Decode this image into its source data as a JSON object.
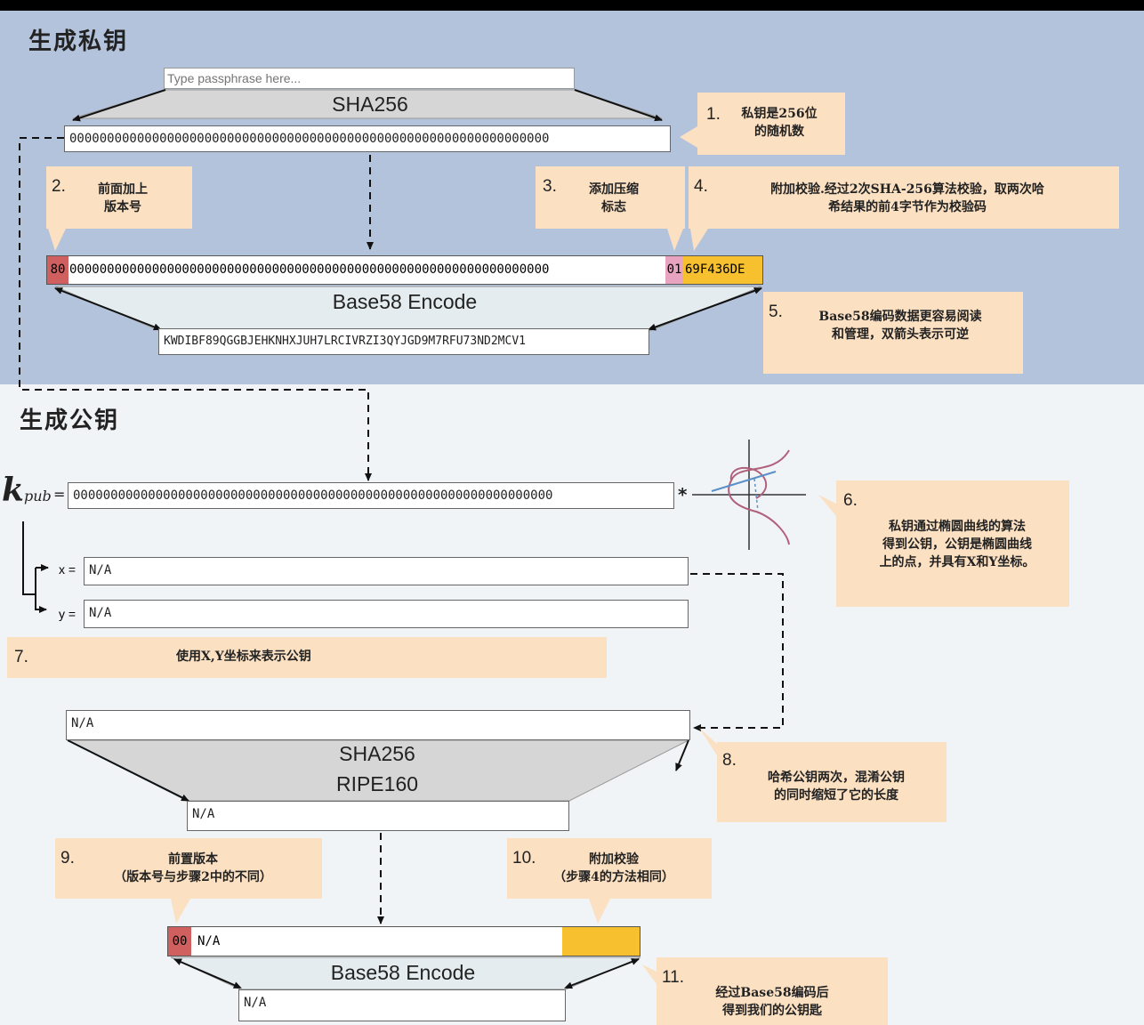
{
  "private_key_section": {
    "title": "生成私钥",
    "passphrase_placeholder": "Type passphrase here...",
    "sha256_label": "SHA256",
    "private_key_hex": "0000000000000000000000000000000000000000000000000000000000000000",
    "version_prefix": "80",
    "extended_key_body": "0000000000000000000000000000000000000000000000000000000000000000",
    "compression_flag": "01",
    "checksum": "69F436DE",
    "base58_label": "Base58 Encode",
    "wif_key": "KWDIBF89QGGBJEHKNHXJUH7LRCIVRZI3QYJGD9M7RFU73ND2MCV1"
  },
  "public_key_section": {
    "title": "生成公钥",
    "kpub_symbol": "k",
    "kpub_sub": "pub",
    "equals": "=",
    "multiply": "*",
    "kpub_value": "0000000000000000000000000000000000000000000000000000000000000000",
    "x_label": "x =",
    "x_value": "N/A",
    "y_label": "y =",
    "y_value": "N/A",
    "pubkey_input": "N/A",
    "sha256_label": "SHA256",
    "ripe160_label": "RIPE160",
    "hash_value": "N/A",
    "address_prefix": "00",
    "address_body": "N/A",
    "base58_label": "Base58 Encode",
    "address_value": "N/A"
  },
  "notes": [
    {
      "num": "1.",
      "text": "私钥是256位\n的随机数"
    },
    {
      "num": "2.",
      "text": "前面加上\n版本号"
    },
    {
      "num": "3.",
      "text": "添加压缩\n标志"
    },
    {
      "num": "4.",
      "text": "附加校验.经过2次SHA-256算法校验，取两次哈\n希结果的前4字节作为校验码"
    },
    {
      "num": "5.",
      "text": "Base58编码数据更容易阅读\n和管理，双箭头表示可逆"
    },
    {
      "num": "6.",
      "text": "私钥通过椭圆曲线的算法\n得到公钥，公钥是椭圆曲线\n上的点，并具有X和Y坐标。"
    },
    {
      "num": "7.",
      "text": "使用X,Y坐标来表示公钥"
    },
    {
      "num": "8.",
      "text": "哈希公钥两次，混淆公钥\n的同时缩短了它的长度"
    },
    {
      "num": "9.",
      "text": "前置版本\n（版本号与步骤2中的不同）"
    },
    {
      "num": "10.",
      "text": "附加校验\n（步骤4的方法相同）"
    },
    {
      "num": "11.",
      "text": "经过Base58编码后\n得到我们的公钥匙"
    }
  ],
  "colors": {
    "top_bg": "#b4c3dc",
    "bottom_bg": "#f1f4f6",
    "note_bg": "#fbe0c2",
    "version_red": "#d0605f",
    "compress_pink": "#e8a3c0",
    "checksum_yellow": "#f6c02e",
    "curve_red": "#b0607a",
    "arrow_blue": "#5b8fc8"
  }
}
